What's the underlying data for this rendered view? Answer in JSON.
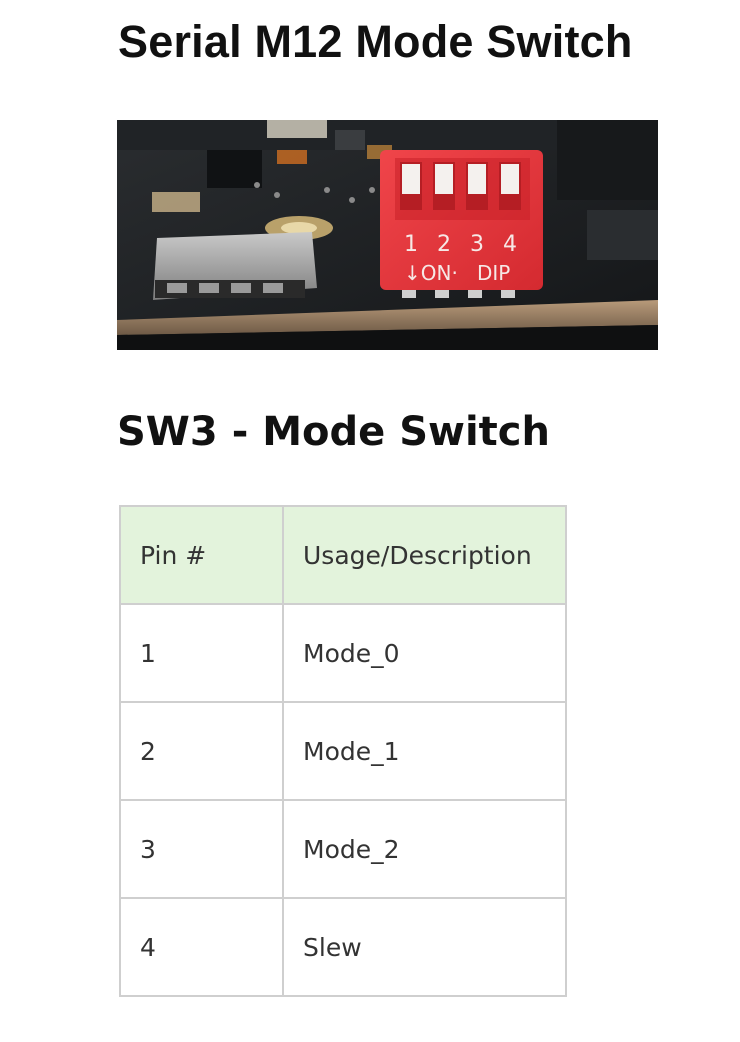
{
  "page": {
    "title": "Serial M12 Mode Switch",
    "section_title": "SW3 - Mode Switch"
  },
  "photo": {
    "switch_numbers": [
      "1",
      "2",
      "3",
      "4"
    ],
    "switch_label_on": "↓ON·",
    "switch_label_dip": "DIP",
    "switch_color": "#e8353a",
    "board_color": "#1e2124"
  },
  "table": {
    "headers": [
      "Pin #",
      "Usage/Description"
    ],
    "rows": [
      {
        "pin": "1",
        "desc": "Mode_0"
      },
      {
        "pin": "2",
        "desc": "Mode_1"
      },
      {
        "pin": "3",
        "desc": "Mode_2"
      },
      {
        "pin": "4",
        "desc": "Slew"
      }
    ],
    "header_bg": "#e3f3dc",
    "border_color": "#cfcfcf"
  }
}
